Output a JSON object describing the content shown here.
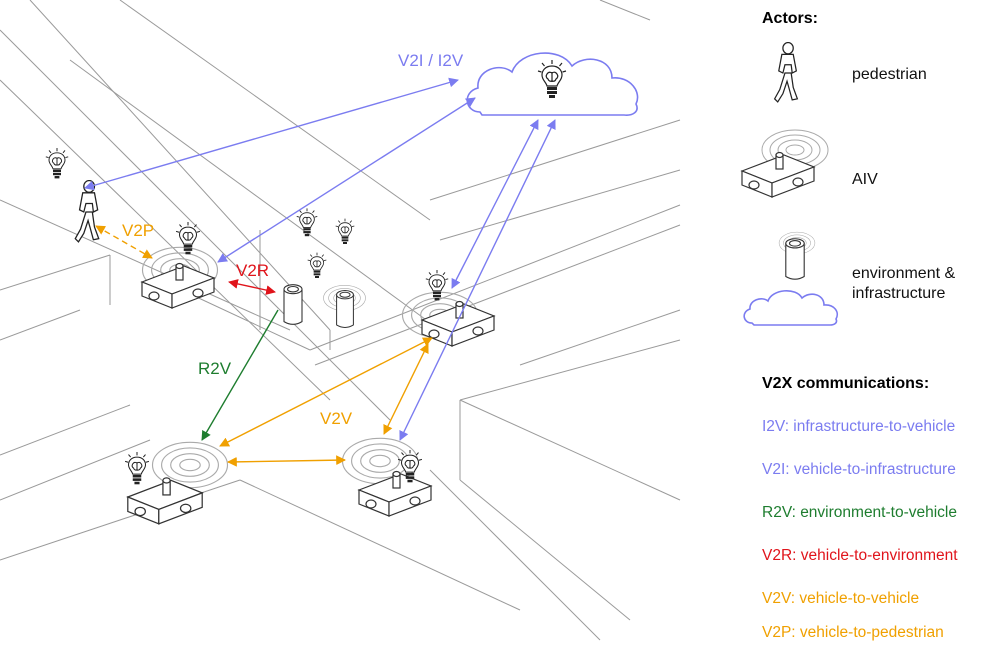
{
  "colors": {
    "blue": "#7b7cf0",
    "green": "#1e7d2f",
    "red": "#e0141b",
    "orange": "#f0a000",
    "line": "#9a9a9a"
  },
  "diagram": {
    "labels": {
      "v2i_i2v": "V2I / I2V",
      "v2p": "V2P",
      "v2r": "V2R",
      "r2v": "R2V",
      "v2v": "V2V"
    }
  },
  "legend": {
    "actors_heading": "Actors:",
    "pedestrian": "pedestrian",
    "aiv": "AIV",
    "env_line1": "environment &",
    "env_line2": "infrastructure",
    "comms_heading": "V2X communications:",
    "comms": [
      {
        "text": "I2V: infrastructure-to-vehicle",
        "color": "#7b7cf0"
      },
      {
        "text": "V2I: vehicle-to-infrastructure",
        "color": "#7b7cf0"
      },
      {
        "text": "R2V: environment-to-vehicle",
        "color": "#1e7d2f"
      },
      {
        "text": "V2R: vehicle-to-environment",
        "color": "#e0141b"
      },
      {
        "text": "V2V: vehicle-to-vehicle",
        "color": "#f0a000"
      },
      {
        "text": "V2P: vehicle-to-pedestrian",
        "color": "#f0a000"
      }
    ]
  }
}
